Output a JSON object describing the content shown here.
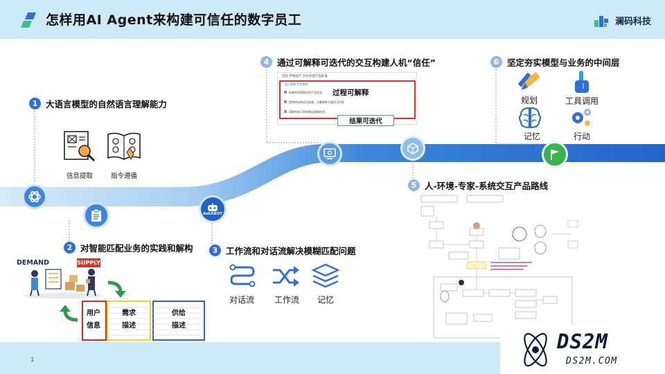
{
  "header": {
    "title": "怎样用AI Agent来构建可信任的数字员工",
    "brand": "澜码科技"
  },
  "page_number": "1",
  "steps": {
    "s1": {
      "num": "1",
      "title": "大语言模型的自然语言理解能力"
    },
    "s2": {
      "num": "2",
      "title": "对智能匹配业务的实践和解构"
    },
    "s3": {
      "num": "3",
      "title": "工作流和对话流解决模糊匹配问题"
    },
    "s4": {
      "num": "4",
      "title": "通过可解释可迭代的交互构建人机“信任”"
    },
    "s5": {
      "num": "5",
      "title": "人-环境-专家-系统交互产品路线"
    },
    "s6": {
      "num": "6",
      "title": "坚定夯实模型与业务的中间层"
    }
  },
  "step1_items": [
    "信息提取",
    "指令遵循"
  ],
  "step2": {
    "demand": "DEMAND",
    "supply": "SUPPLY",
    "tables": [
      {
        "line1": "用户",
        "line2": "信息"
      },
      {
        "line1": "需求",
        "line2": "描述"
      },
      {
        "line1": "供给",
        "line2": "描述"
      }
    ]
  },
  "step3_items": [
    "对话流",
    "工作流",
    "记忆"
  ],
  "step4": {
    "header_text": "回答  开始运行  对比各类产品标准",
    "rows": [
      "运行结果  任务规划",
      "检查供应商和历史产品信息",
      "提供供应商对比结果，计算各种方案的可行性",
      "获取所有可用的商品规格信息..."
    ],
    "overlay_label": "过程可解释",
    "result_label": "结果可迭代"
  },
  "step6_items": [
    "规划",
    "工具调用",
    "记忆",
    "行动"
  ],
  "node_label": "AskXBOT",
  "watermark": {
    "main": "DS2M",
    "sub": "DS2M.COM"
  },
  "colors": {
    "band": "#2d78d8",
    "header_bg": "#cfeaf7",
    "accent_blue": "#2f6ee0",
    "red": "#e0302b",
    "yellow": "#f2d21c",
    "green": "#37b54a"
  }
}
